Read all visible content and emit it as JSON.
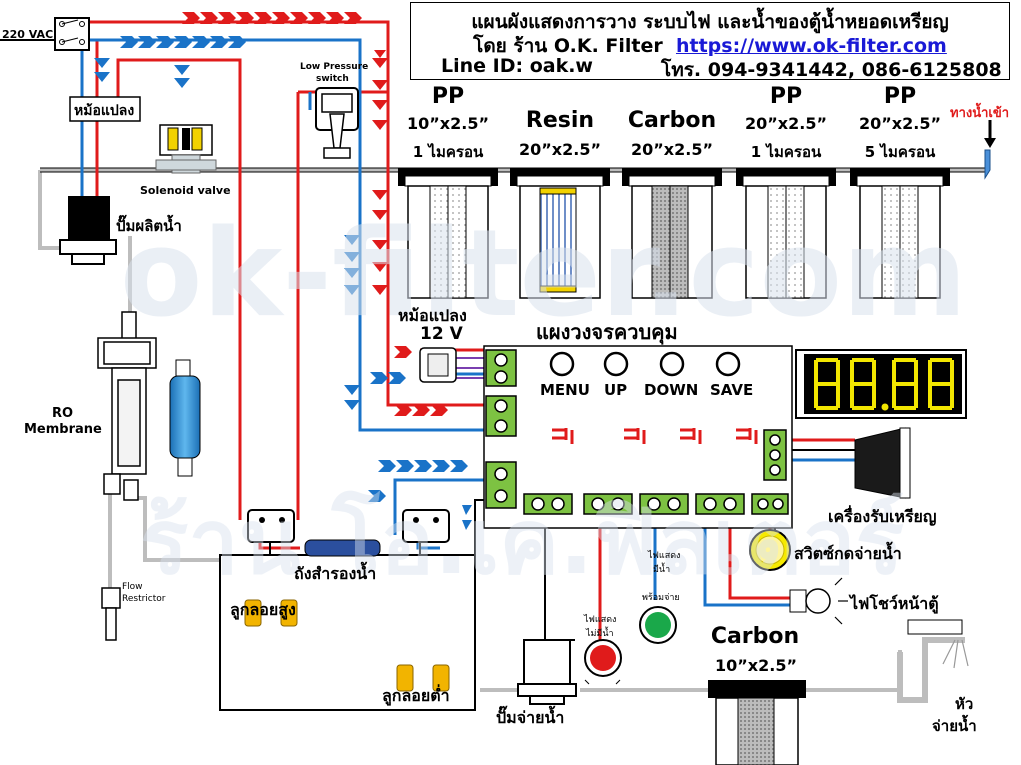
{
  "header": {
    "title": "แผนผังแสดงการวาง ระบบไฟ และน้ำของตู้น้ำหยอดเหรียญ",
    "shop_prefix": "โดย ร้าน O.K. Filter",
    "url": "https://www.ok-filter.com",
    "line_id": "Line ID: oak.w",
    "phone": "โทร. 094-9341442, 086-6125808"
  },
  "watermarks": {
    "domain": "ok-filter.com",
    "shop": "ร้าน โอ.เค.ฟิลเตอร์"
  },
  "power": {
    "vac": "220 VAC",
    "transformer_top": "หม้อแปลง",
    "transformer_12v_line1": "หม้อแปลง",
    "transformer_12v_line2": "12 V"
  },
  "filters": [
    {
      "type": "PP",
      "size": "10”x2.5”",
      "micron": "1 ไมครอน"
    },
    {
      "type": "Resin",
      "size": "20”x2.5”",
      "micron": ""
    },
    {
      "type": "Carbon",
      "size": "20”x2.5”",
      "micron": ""
    },
    {
      "type": "PP",
      "size": "20”x2.5”",
      "micron": "1 ไมครอน"
    },
    {
      "type": "PP",
      "size": "20”x2.5”",
      "micron": "5 ไมครอน"
    }
  ],
  "water_inlet": "ทางน้ำเข้า",
  "labels": {
    "low_pressure_1": "Low Pressure",
    "low_pressure_2": "switch",
    "solenoid": "Solenoid valve",
    "booster_pump": "ปั๊มผลิตน้ำ",
    "ro_1": "RO",
    "ro_2": "Membrane",
    "flow_1": "Flow",
    "flow_2": "Restrictor",
    "tank": "ถังสำรองน้ำ",
    "float_high": "ลูกลอยสูง",
    "float_low": "ลูกลอยต่ำ",
    "dispense_pump": "ปั๊มจ่ายน้ำ",
    "control_board": "แผงวงจรควบคุม",
    "coin_acceptor": "เครื่องรับเหรียญ",
    "push_switch": "สวิตซ์กดจ่ายน้ำ",
    "front_light": "ไฟโชว์หน้าตู้",
    "nozzle_1": "หัว",
    "nozzle_2": "จ่ายน้ำ",
    "led_ready_1": "ไฟแสดง",
    "led_ready_2": "มีน้ำ",
    "led_ready_3": "พร้อมจ่าย",
    "led_empty_1": "ไฟแสดง",
    "led_empty_2": "ไม่มีน้ำ"
  },
  "post_carbon": {
    "type": "Carbon",
    "size": "10”x2.5”"
  },
  "buttons": [
    "MENU",
    "UP",
    "DOWN",
    "SAVE"
  ],
  "display": {
    "digits": "88.88",
    "color": "#f2e600"
  },
  "colors": {
    "live": "#e01b1b",
    "neutral": "#1a73c8",
    "water": "#c8c8c8",
    "led_green": "#1aa84a",
    "led_red": "#e01b1b",
    "led_yellow": "#f6ea00"
  }
}
